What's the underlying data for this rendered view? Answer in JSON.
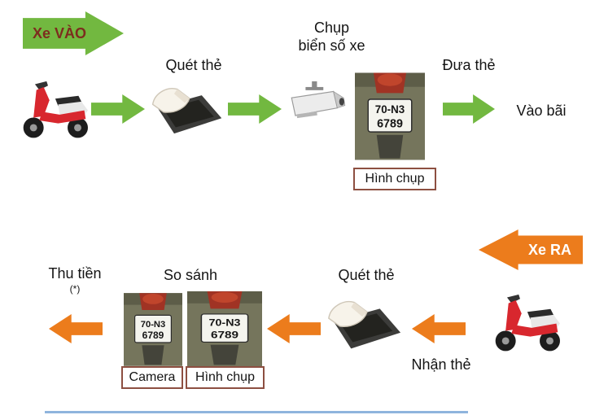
{
  "colors": {
    "arrow_green": "#72b840",
    "arrow_orange": "#ec7c1c",
    "entry_banner_text": "#7d2c1e",
    "exit_banner_text": "#ffffff",
    "caption_border": "#8d4f41"
  },
  "entry_flow": {
    "banner_label": "Xe VÀO",
    "scan_card_label": "Quét thẻ",
    "capture_line1": "Chụp",
    "capture_line2": "biển số xe",
    "photo_caption": "Hình chụp",
    "hand_card_label": "Đưa thẻ",
    "destination_label": "Vào bãi"
  },
  "exit_flow": {
    "banner_label": "Xe RA",
    "scan_card_label": "Quét thẻ",
    "receive_card_label": "Nhận thẻ",
    "compare_label": "So sánh",
    "camera_caption": "Camera",
    "photo_caption": "Hình chụp",
    "collect_money_label": "Thu tiền",
    "collect_money_note": "(*)"
  },
  "license_plate": {
    "line1": "70-N3",
    "line2": "6789"
  }
}
